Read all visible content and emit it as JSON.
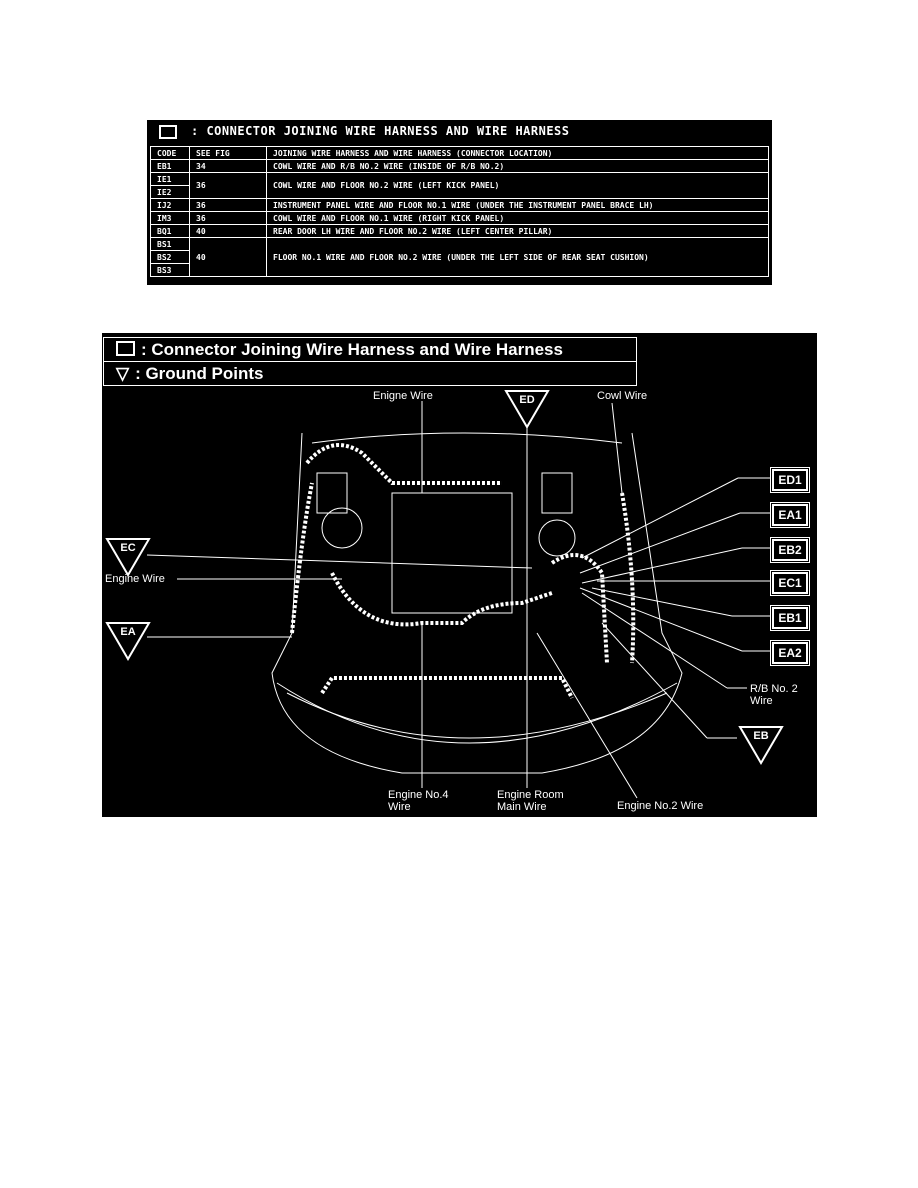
{
  "table": {
    "title": "CONNECTOR JOINING WIRE HARNESS AND WIRE HARNESS",
    "title_icon": "square-icon",
    "headers": [
      "CODE",
      "SEE FIG",
      "JOINING WIRE HARNESS AND WIRE HARNESS (CONNECTOR LOCATION)"
    ],
    "rows": [
      {
        "codes": [
          "EB1"
        ],
        "fig": "34",
        "desc": "COWL WIRE AND R/B NO.2 WIRE (INSIDE OF R/B NO.2)"
      },
      {
        "codes": [
          "IE1",
          "IE2"
        ],
        "fig": "36",
        "desc": "COWL WIRE AND FLOOR NO.2 WIRE (LEFT KICK PANEL)"
      },
      {
        "codes": [
          "IJ2"
        ],
        "fig": "36",
        "desc": "INSTRUMENT PANEL WIRE AND FLOOR NO.1 WIRE (UNDER THE INSTRUMENT PANEL BRACE LH)"
      },
      {
        "codes": [
          "IM3"
        ],
        "fig": "36",
        "desc": "COWL WIRE AND FLOOR NO.1 WIRE (RIGHT KICK PANEL)"
      },
      {
        "codes": [
          "BQ1"
        ],
        "fig": "40",
        "desc": "REAR DOOR LH WIRE AND FLOOR NO.2 WIRE (LEFT CENTER PILLAR)"
      },
      {
        "codes": [
          "BS1",
          "BS2",
          "BS3"
        ],
        "fig": "40",
        "desc": "FLOOR NO.1 WIRE AND FLOOR NO.2 WIRE (UNDER THE LEFT SIDE OF REAR SEAT CUSHION)"
      }
    ]
  },
  "diagram": {
    "legend": [
      {
        "icon": "square-icon",
        "text": ": Connector Joining Wire Harness and Wire Harness"
      },
      {
        "icon": "triangle-icon",
        "text": ": Ground Points"
      }
    ],
    "labels": {
      "enigne_wire": "Enigne Wire",
      "cowl_wire": "Cowl Wire",
      "engine_wire": "Engine Wire",
      "rb_no2_a": "R/B No. 2",
      "rb_no2_b": "Wire",
      "eng4_a": "Engine No.4",
      "eng4_b": "Wire",
      "erm_a": "Engine Room",
      "erm_b": "Main Wire",
      "eng2": "Engine No.2 Wire"
    },
    "connectors": [
      "ED1",
      "EA1",
      "EB2",
      "EC1",
      "EB1",
      "EA2"
    ],
    "grounds": {
      "ed": "ED",
      "ec": "EC",
      "ea": "EA",
      "eb": "EB"
    }
  }
}
